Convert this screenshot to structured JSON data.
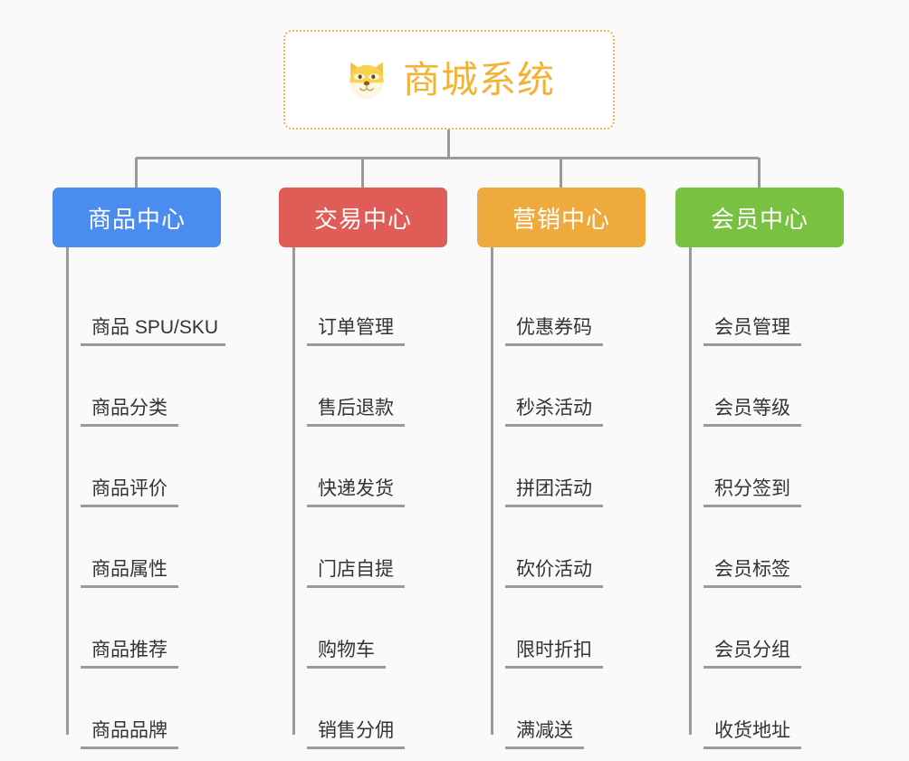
{
  "page": {
    "background_color": "#fafafa",
    "connector_color": "#9a9a9a"
  },
  "root": {
    "title": "商城系统",
    "icon": "dog-face-icon",
    "text_color": "#f2b233",
    "border_color": "#f0b84a",
    "background_color": "#ffffff"
  },
  "branches": [
    {
      "header": "商品中心",
      "color": "#4a8cf0",
      "items": [
        "商品 SPU/SKU",
        "商品分类",
        "商品评价",
        "商品属性",
        "商品推荐",
        "商品品牌"
      ]
    },
    {
      "header": "交易中心",
      "color": "#e05c57",
      "items": [
        "订单管理",
        "售后退款",
        "快递发货",
        "门店自提",
        "购物车",
        "销售分佣"
      ]
    },
    {
      "header": "营销中心",
      "color": "#eeaa3c",
      "items": [
        "优惠券码",
        "秒杀活动",
        "拼团活动",
        "砍价活动",
        "限时折扣",
        "满减送"
      ]
    },
    {
      "header": "会员中心",
      "color": "#79c140",
      "items": [
        "会员管理",
        "会员等级",
        "积分签到",
        "会员标签",
        "会员分组",
        "收货地址"
      ]
    }
  ]
}
